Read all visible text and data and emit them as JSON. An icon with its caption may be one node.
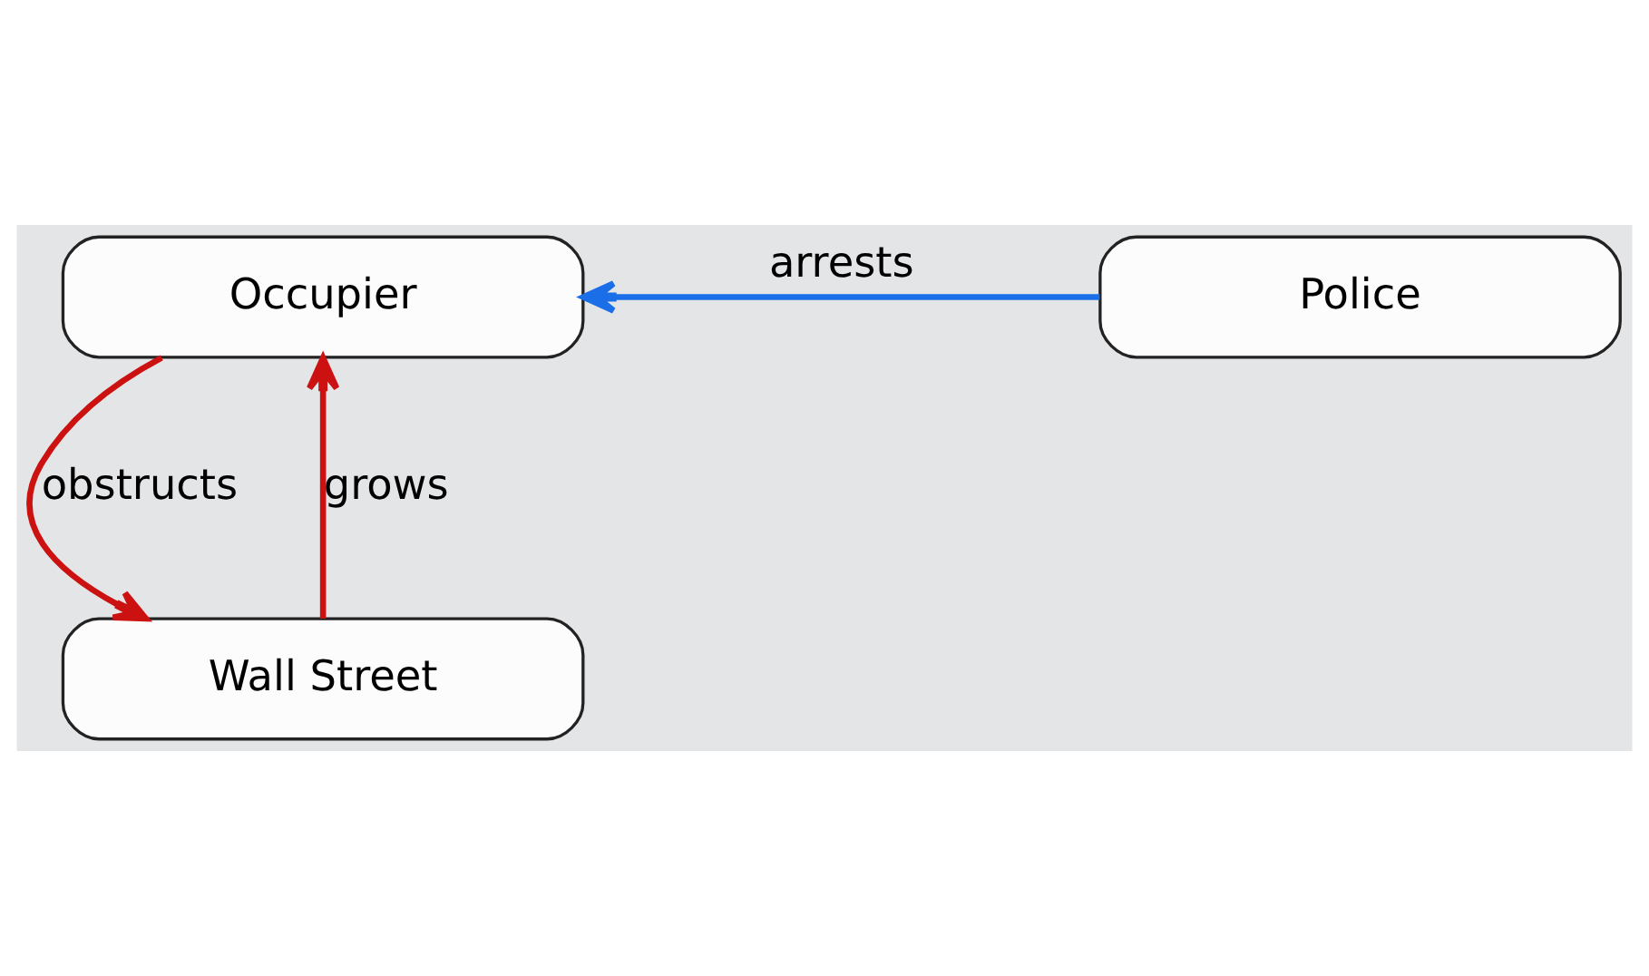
{
  "diagram": {
    "nodes": [
      {
        "text": [
          "Occupier"
        ]
      },
      {
        "text": [
          "Police"
        ]
      },
      {
        "text": [
          "Wall Street"
        ]
      }
    ],
    "edges": [
      {
        "from": 1,
        "to": 0,
        "arrow": "to",
        "label": "arrests",
        "color": "#1a6fe8"
      },
      {
        "from": 0,
        "to": 2,
        "arrow": "to",
        "label": "obstructs"
      },
      {
        "from": 2,
        "to": 0,
        "arrow": "to",
        "label": "grows"
      }
    ]
  }
}
